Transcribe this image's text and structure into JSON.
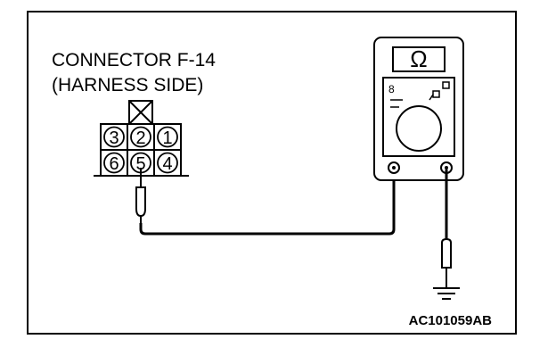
{
  "diagram": {
    "connector_label_line1": "CONNECTOR F-14",
    "connector_label_line2": "(HARNESS SIDE)",
    "connector_pins": {
      "row_top": [
        "3",
        "2",
        "1"
      ],
      "row_bottom": [
        "6",
        "5",
        "4"
      ]
    },
    "meter_symbol": "Ω",
    "meter_small_marks": [
      "8"
    ],
    "figure_code": "AC101059AB"
  }
}
